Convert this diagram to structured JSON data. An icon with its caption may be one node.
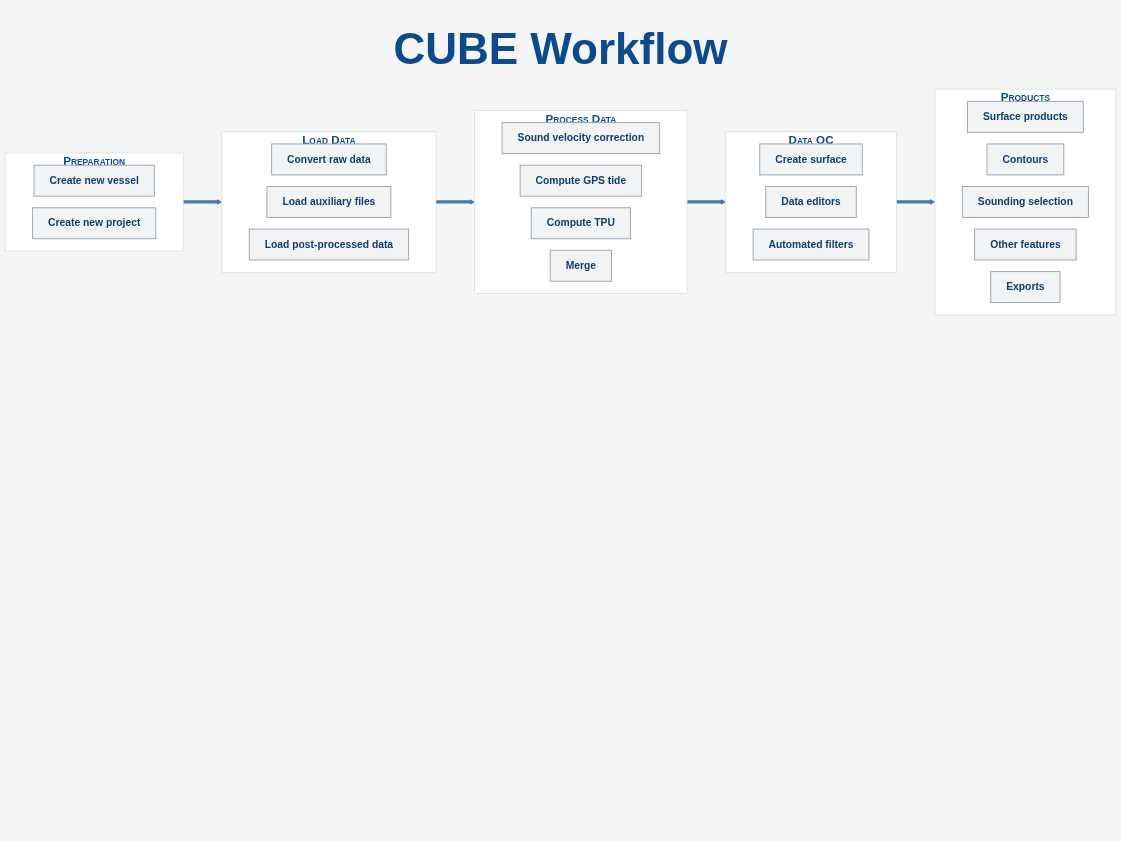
{
  "diagram": {
    "title": "CUBE Workflow",
    "nodes": [
      {
        "text": [
          "Preparation"
        ]
      },
      {
        "text": [
          "Create new vessel"
        ],
        "in": 0
      },
      {
        "text": [
          "Create new project"
        ],
        "in": 0
      },
      {
        "text": [
          "Load Data"
        ]
      },
      {
        "text": [
          "Convert raw data"
        ],
        "in": 3
      },
      {
        "text": [
          "Load auxiliary files"
        ],
        "in": 3
      },
      {
        "text": [
          "Load post-processed data"
        ],
        "in": 3
      },
      {
        "text": [
          "Process Data"
        ]
      },
      {
        "text": [
          "Sound velocity correction"
        ],
        "in": 7
      },
      {
        "text": [
          "Compute GPS tide"
        ],
        "in": 7
      },
      {
        "text": [
          "Compute TPU"
        ],
        "in": 7
      },
      {
        "text": [
          "Merge"
        ],
        "in": 7
      },
      {
        "text": [
          "Data QC"
        ]
      },
      {
        "text": [
          "Create surface"
        ],
        "in": 12
      },
      {
        "text": [
          "Data editors"
        ],
        "in": 12
      },
      {
        "text": [
          "Automated filters"
        ],
        "in": 12
      },
      {
        "text": [
          "Products"
        ]
      },
      {
        "text": [
          "Surface products"
        ],
        "in": 16
      },
      {
        "text": [
          "Contours"
        ],
        "in": 16
      },
      {
        "text": [
          "Sounding selection"
        ],
        "in": 16
      },
      {
        "text": [
          "Other features"
        ],
        "in": 16
      },
      {
        "text": [
          "Exports"
        ],
        "in": 16
      }
    ],
    "edges": [
      {
        "from": 0,
        "to": 3,
        "arrow": "to"
      },
      {
        "from": 3,
        "to": 7,
        "arrow": "to"
      },
      {
        "from": 7,
        "to": 12,
        "arrow": "to"
      },
      {
        "from": 12,
        "to": 16,
        "arrow": "to"
      }
    ]
  }
}
